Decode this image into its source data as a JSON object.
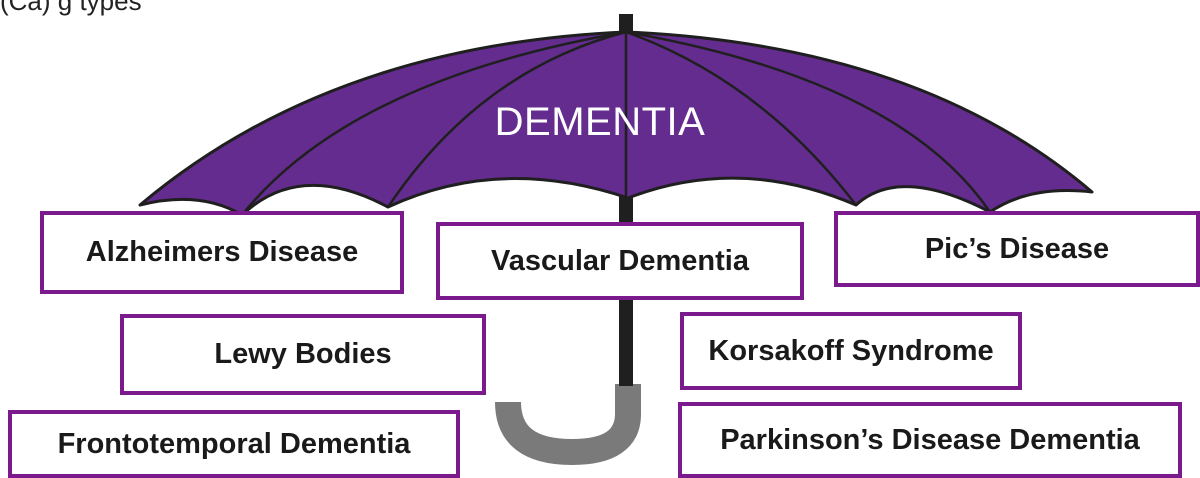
{
  "caption": "(Ca) g                              types",
  "title": "DEMENTIA",
  "types": [
    "Alzheimers Disease",
    "Vascular Dementia",
    "Pic’s Disease",
    "Lewy Bodies",
    "Korsakoff Syndrome",
    "Frontotemporal Dementia",
    "Parkinson’s Disease Dementia"
  ],
  "colors": {
    "canopy": "#642c8f",
    "box_border": "#7a1a8c",
    "shaft": "#1f1f1f",
    "handle": "#7a7a7a"
  }
}
